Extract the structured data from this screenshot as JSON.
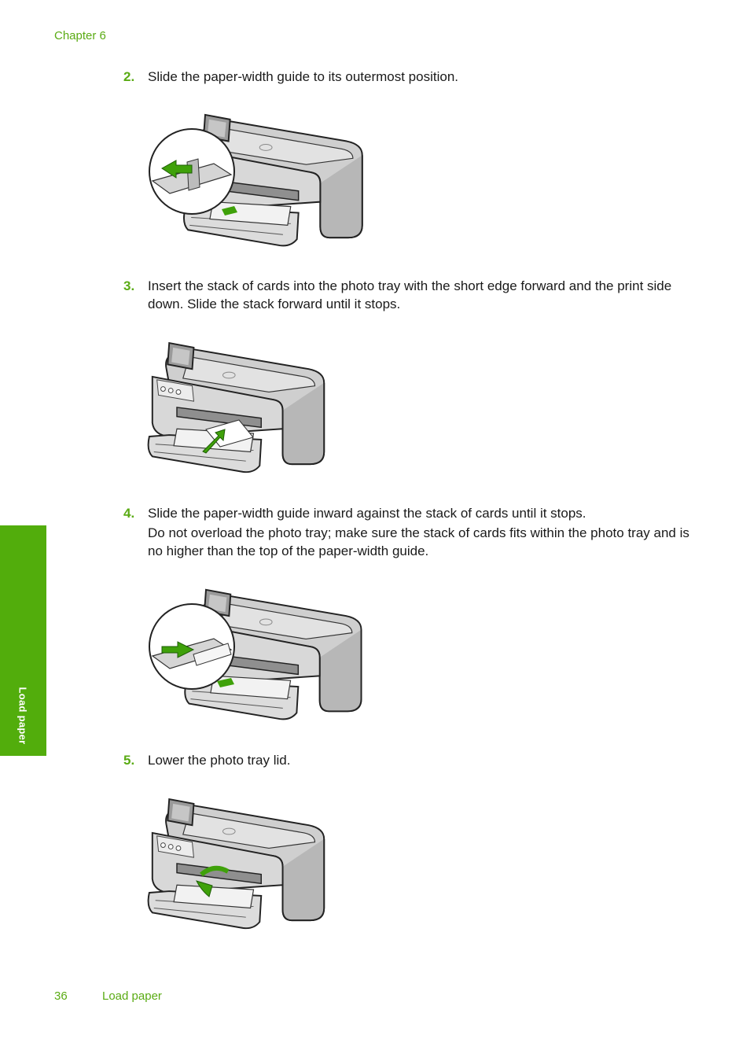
{
  "header": {
    "chapter": "Chapter 6"
  },
  "steps": [
    {
      "number": "2.",
      "text": "Slide the paper-width guide to its outermost position."
    },
    {
      "number": "3.",
      "text": "Insert the stack of cards into the photo tray with the short edge forward and the print side down. Slide the stack forward until it stops."
    },
    {
      "number": "4.",
      "text": "Slide the paper-width guide inward against the stack of cards until it stops.",
      "note": "Do not overload the photo tray; make sure the stack of cards fits within the photo tray and is no higher than the top of the paper-width guide."
    },
    {
      "number": "5.",
      "text": "Lower the photo tray lid."
    }
  ],
  "side_tab": {
    "label": "Load paper"
  },
  "footer": {
    "page_number": "36",
    "section_title": "Load paper"
  },
  "colors": {
    "accent": "#5aab14",
    "tab": "#52ad0c",
    "arrow": "#3fa10a"
  }
}
